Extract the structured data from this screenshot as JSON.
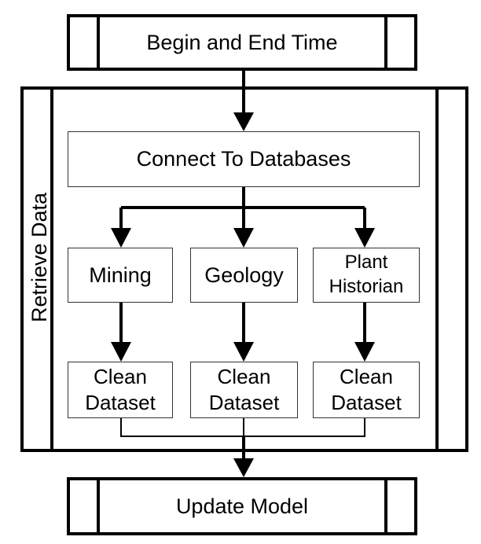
{
  "diagram": {
    "title_box": "Begin and End Time",
    "container_label": "Retrieve Data",
    "connect_box": "Connect To Databases",
    "sources": [
      "Mining",
      "Geology",
      "Plant\nHistorian"
    ],
    "clean_boxes": [
      "Clean\nDataset",
      "Clean\nDataset",
      "Clean\nDataset"
    ],
    "end_box": "Update Model"
  }
}
